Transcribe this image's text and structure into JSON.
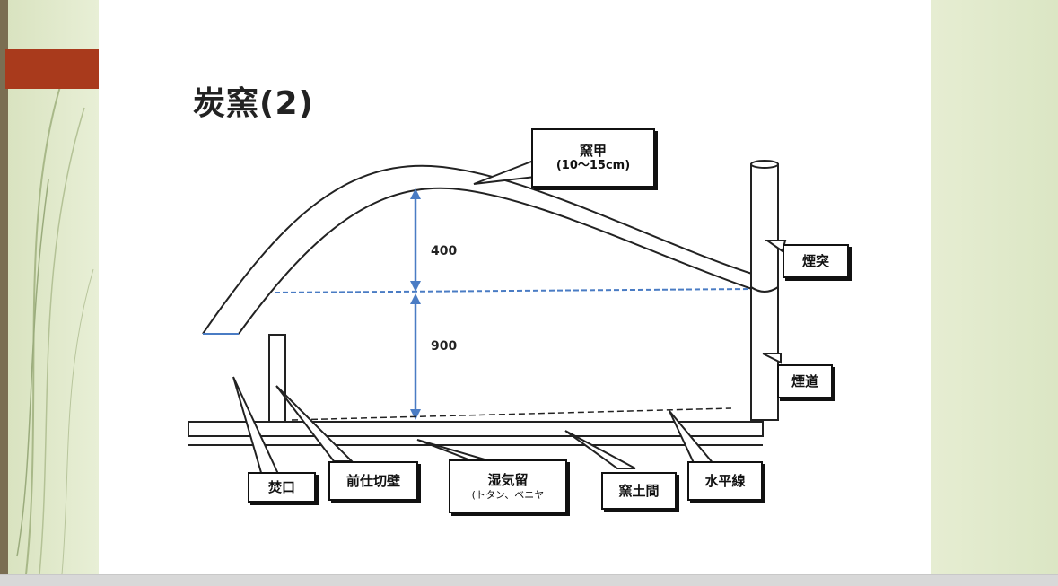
{
  "slide": {
    "title": "炭窯(2)",
    "labels": {
      "kamakou": {
        "line1": "窯甲",
        "line2": "(10〜15cm)"
      },
      "entotsu": "煙突",
      "endou": "煙道",
      "takiguchi": "焚口",
      "maeshikiri": "前仕切壁",
      "shikkidome": {
        "line1": "湿気留",
        "line2": "(トタン、ベニヤ"
      },
      "kamadoma": "窯土間",
      "suiheisen": "水平線"
    },
    "dimensions": {
      "upper": "400",
      "lower": "900"
    },
    "colors": {
      "accent": "#a93a1c",
      "dimension": "#4a7cc4"
    }
  }
}
